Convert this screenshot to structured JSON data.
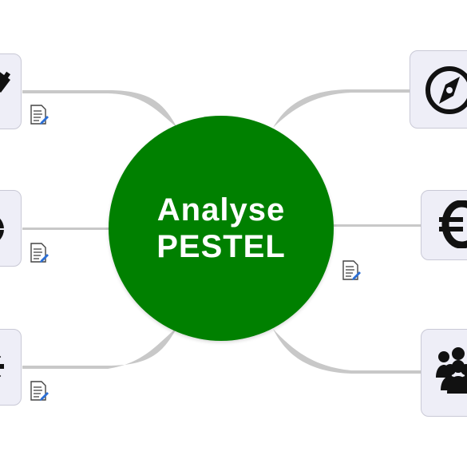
{
  "center_topic": {
    "line1": "Analyse",
    "line2": "PESTEL",
    "fill_color": "#008000",
    "text_color": "#ffffff"
  },
  "branches": [
    {
      "side": "left",
      "position": "top",
      "icon": "political-icon"
    },
    {
      "side": "left",
      "position": "middle",
      "icon": "globe-icon"
    },
    {
      "side": "left",
      "position": "bottom",
      "icon": "gear-icon"
    },
    {
      "side": "right",
      "position": "top",
      "icon": "compass-icon"
    },
    {
      "side": "right",
      "position": "middle",
      "icon": "euro-icon"
    },
    {
      "side": "right",
      "position": "bottom",
      "icon": "people-icon"
    }
  ],
  "note_icon": "note-icon",
  "colors": {
    "node_background": "#eeeef7",
    "node_border": "#c9c9d6",
    "connector": "#c8c8c8",
    "connector_line": "#b8b8b8",
    "icon": "#111111"
  }
}
